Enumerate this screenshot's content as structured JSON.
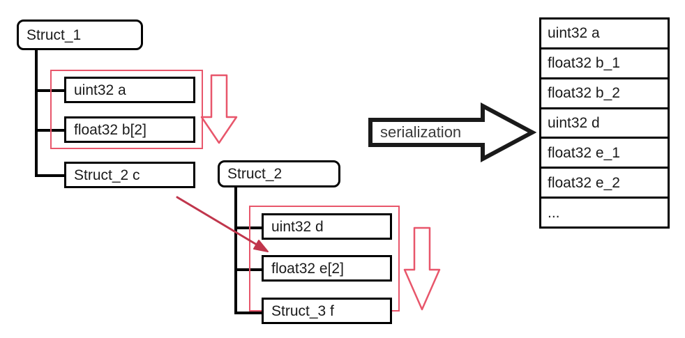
{
  "diagram": {
    "title_strip": "……",
    "accent_red": "#e8566b",
    "line_black": "#000000"
  },
  "struct1": {
    "name": "Struct_1",
    "fields": [
      {
        "label": "uint32 a"
      },
      {
        "label": "float32 b[2]"
      },
      {
        "label": "Struct_2 c"
      }
    ]
  },
  "struct2": {
    "name": "Struct_2",
    "fields": [
      {
        "label": "uint32 d"
      },
      {
        "label": "float32 e[2]"
      },
      {
        "label": "Struct_3 f"
      }
    ]
  },
  "serialization": {
    "label": "serialization"
  },
  "output": {
    "rows": [
      {
        "label": "uint32 a"
      },
      {
        "label": "float32 b_1"
      },
      {
        "label": "float32 b_2"
      },
      {
        "label": "uint32 d"
      },
      {
        "label": "float32 e_1"
      },
      {
        "label": "float32 e_2"
      },
      {
        "label": "..."
      }
    ]
  }
}
